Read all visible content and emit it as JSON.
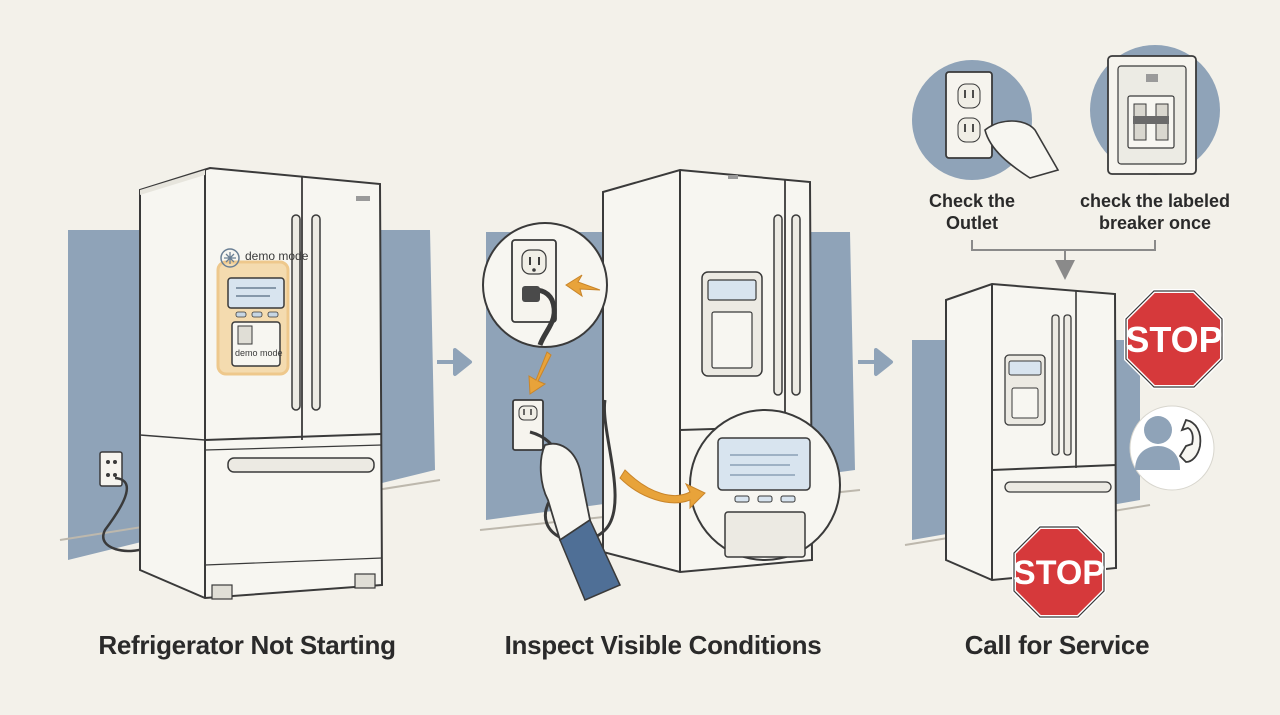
{
  "steps": [
    {
      "title": "Refrigerator Not Starting",
      "callout": "demo mode",
      "display_label": "demo mode"
    },
    {
      "title": "Inspect Visible Conditions"
    },
    {
      "title": "Call for Service"
    }
  ],
  "checks": {
    "outlet": "Check the Outlet",
    "breaker": "check the labeled breaker once"
  },
  "signs": {
    "stop_top": "STOP",
    "stop_bottom": "STOP"
  },
  "icons": [
    "snowflake-icon",
    "wall-outlet-icon",
    "breaker-panel-icon",
    "hand-icon",
    "phone-support-icon",
    "stop-sign-icon",
    "arrow-right-icon"
  ],
  "colors": {
    "background": "#f3f1ea",
    "wall_blue": "#8fa3b8",
    "highlight_orange": "#e8a33a",
    "stop_red": "#d6393b",
    "outline": "#3a3a3a"
  }
}
